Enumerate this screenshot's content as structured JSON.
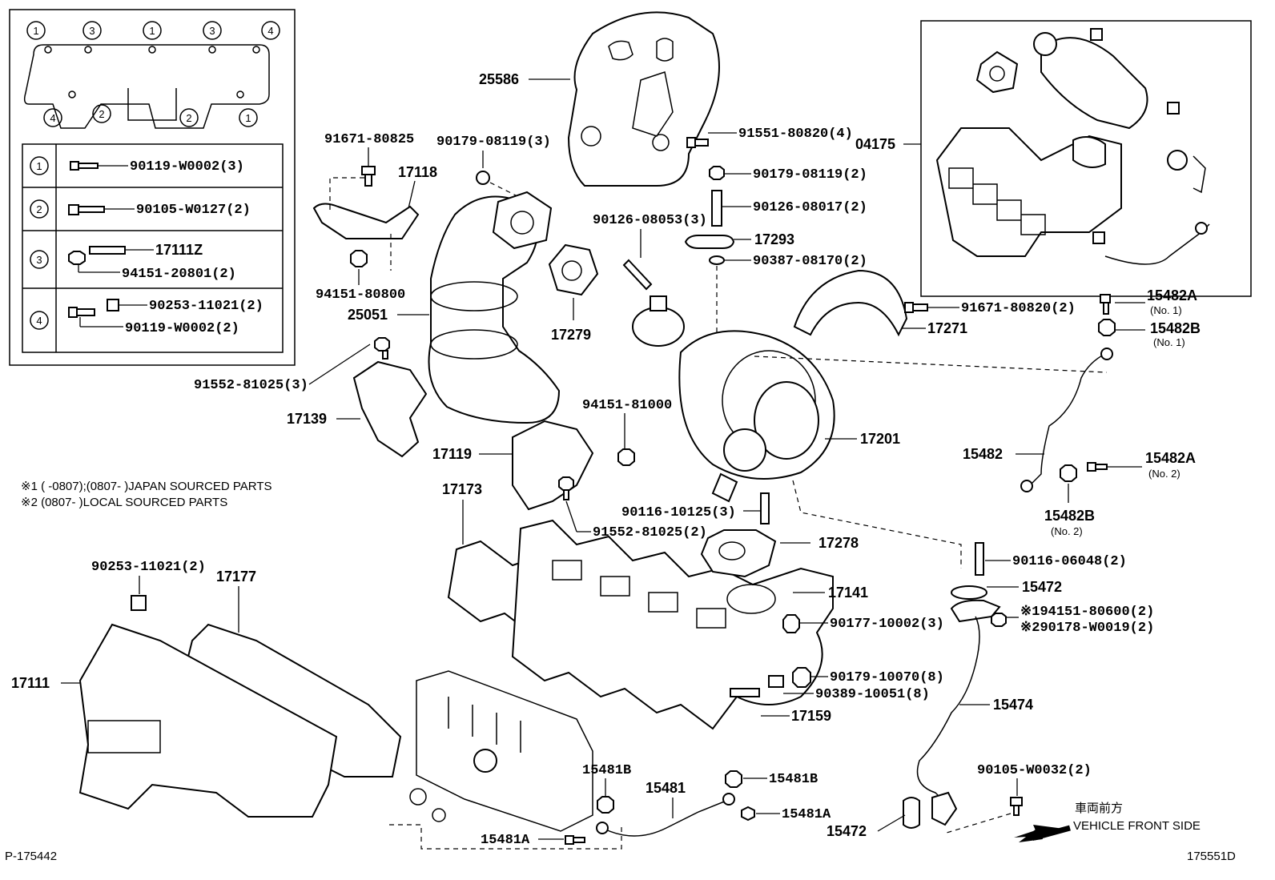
{
  "legend": {
    "circle_labels_top": [
      "1",
      "3",
      "1",
      "3",
      "4"
    ],
    "circle_labels_bottom": [
      "4",
      "2",
      "2",
      "1"
    ],
    "rows": [
      {
        "num": "1",
        "parts": [
          "90119-W0002(3)"
        ]
      },
      {
        "num": "2",
        "parts": [
          "90105-W0127(2)"
        ]
      },
      {
        "num": "3",
        "parts": [
          "17111Z",
          "94151-20801(2)"
        ]
      },
      {
        "num": "4",
        "parts": [
          "90253-11021(2)",
          "90119-W0002(2)"
        ]
      }
    ]
  },
  "notes": [
    "※1 (      -0807);(0807-       )JAPAN SOURCED PARTS",
    "※2 (0807-        )LOCAL SOURCED PARTS"
  ],
  "callouts": {
    "c25586": "25586",
    "c91671_80825": "91671-80825",
    "c17118": "17118",
    "c90179_08119_3": "90179-08119(3)",
    "c91551_80820_4": "91551-80820(4)",
    "c04175": "04175",
    "c90179_08119_2": "90179-08119(2)",
    "c90126_08017_2": "90126-08017(2)",
    "c90126_08053_3": "90126-08053(3)",
    "c17293": "17293",
    "c90387_08170_2": "90387-08170(2)",
    "c94151_80800": "94151-80800",
    "c25051": "25051",
    "c17279": "17279",
    "c91671_80820_2": "91671-80820(2)",
    "c17271": "17271",
    "c15482A_1": "15482A",
    "c15482A_1_no": "(No. 1)",
    "c15482B_1": "15482B",
    "c15482B_1_no": "(No. 1)",
    "c91552_81025_3": "91552-81025(3)",
    "c17139": "17139",
    "c94151_81000": "94151-81000",
    "c17201": "17201",
    "c17119": "17119",
    "c15482": "15482",
    "c15482A_2": "15482A",
    "c15482A_2_no": "(No. 2)",
    "c17173": "17173",
    "c91552_81025_2": "91552-81025(2)",
    "c90116_10125_3": "90116-10125(3)",
    "c15482B_2": "15482B",
    "c15482B_2_no": "(No. 2)",
    "c17278": "17278",
    "c90253_11021_2": "90253-11021(2)",
    "c17177": "17177",
    "c90116_06048_2": "90116-06048(2)",
    "c15472_top": "15472",
    "c17141": "17141",
    "c94151_80600": "※194151-80600(2)",
    "c90178_W0019": "※290178-W0019(2)",
    "c90177_10002_3": "90177-10002(3)",
    "c17111": "17111",
    "c90179_10070_8": "90179-10070(8)",
    "c90389_10051_8": "90389-10051(8)",
    "c17159": "17159",
    "c15474": "15474",
    "c15481B_a": "15481B",
    "c15481": "15481",
    "c15481B_b": "15481B",
    "c90105_W0032_2": "90105-W0032(2)",
    "c15481A_a": "15481A",
    "c15472_bot": "15472",
    "c15481A_b": "15481A"
  },
  "direction": {
    "jp": "車両前方",
    "en": "VEHICLE FRONT SIDE"
  },
  "footer": {
    "left_code": "P-175442",
    "right_code": "175551D"
  }
}
